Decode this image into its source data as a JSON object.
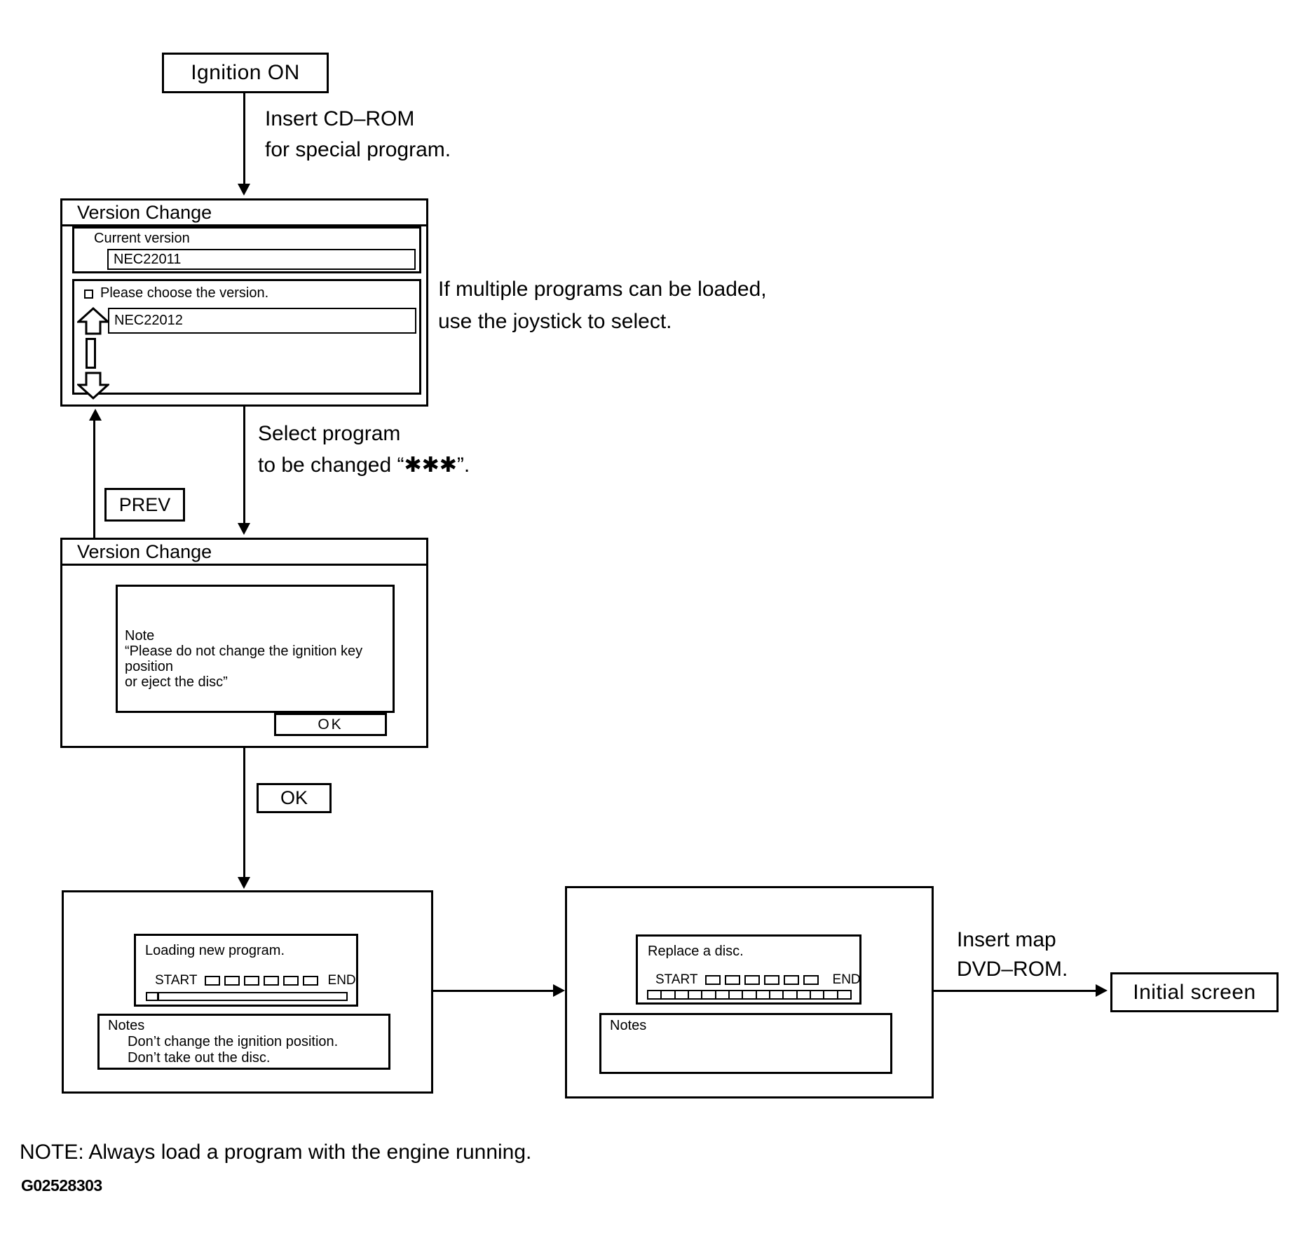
{
  "page": {
    "paper_color": "#ffffff",
    "ink_color": "#000000"
  },
  "flow": {
    "ignition_label": "Ignition ON",
    "insert_cdrom_note": "Insert CD–ROM\nfor special program.",
    "multiple_programs_note": "If multiple programs can be loaded,\nuse the joystick to select.",
    "select_program_note": "Select program\nto be changed “✱✱✱”.",
    "prev_label": "PREV",
    "ok_label": "OK",
    "insert_dvd_note": "Insert map\nDVD–ROM.",
    "initial_screen_label": "Initial screen",
    "footer_note": "NOTE: Always load a program with the engine running.",
    "figure_id": "G02528303"
  },
  "version_change_1": {
    "title": "Version Change",
    "current_version_label": "Current version",
    "current_version_value": "NEC22011",
    "choose_prompt": "Please choose the version.",
    "selected_version_value": "NEC22012"
  },
  "version_change_2": {
    "title": "Version Change",
    "dialog_text": "Note\n“Please do not change the ignition key position\nor eject the disc”",
    "ok_button_label": "OK"
  },
  "loading_screen": {
    "message": "Loading new program.",
    "start_label": "START",
    "end_label": "END",
    "tick_count": 6,
    "progress_segments": 1,
    "notes_title": "Notes",
    "note_line_1": "Don’t change the ignition position.",
    "note_line_2": "Don’t take out the disc."
  },
  "replace_screen": {
    "message": "Replace a disc.",
    "start_label": "START",
    "end_label": "END",
    "tick_count": 6,
    "progress_segments": 15,
    "notes_title": "Notes"
  }
}
